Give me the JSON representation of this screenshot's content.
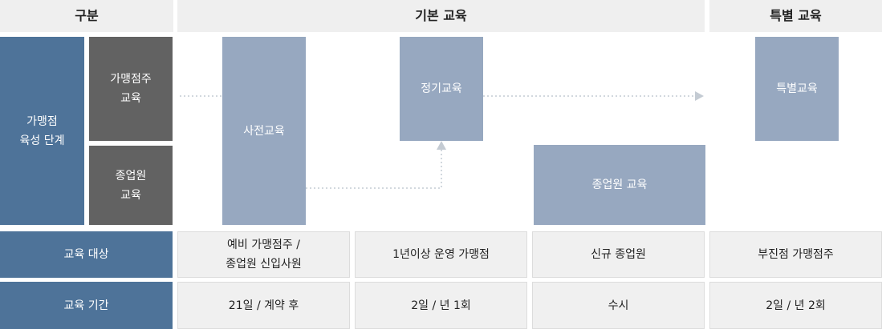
{
  "header": {
    "category": "구분",
    "basic": "기본 교육",
    "special": "특별 교육"
  },
  "stage": {
    "label": "가맹점\n육성 단계",
    "franchisee": "가맹점주\n교육",
    "employee": "종업원\n교육"
  },
  "programs": {
    "pre": "사전교육",
    "regular": "정기교육",
    "staff": "종업원 교육",
    "special": "특별교육"
  },
  "rows": {
    "target": {
      "label": "교육 대상",
      "cells": [
        "예비 가맹점주 /\n종업원 신입사원",
        "1년이상 운영 가맹점",
        "신규 종업원",
        "부진점 가맹점주"
      ]
    },
    "period": {
      "label": "교육 기간",
      "cells": [
        "21일 / 계약 후",
        "2일 / 년 1회",
        "수시",
        "2일 / 년 2회"
      ]
    }
  },
  "colors": {
    "header_bg": "#efefef",
    "label_blue": "#4e7399",
    "stage_gray": "#626262",
    "program_blue": "#97a8c0",
    "cell_bg": "#f0f0f0",
    "connector": "#c4cbd3"
  }
}
